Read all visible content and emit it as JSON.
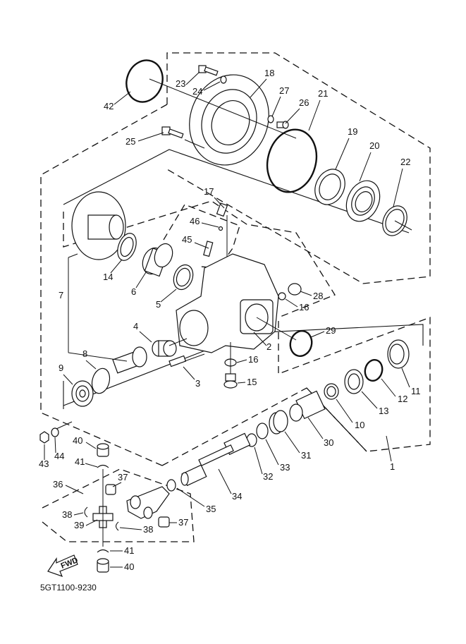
{
  "diagram": {
    "title": "Drive shaft / middle gear exploded view",
    "drawing_code": "5GT1100-9230",
    "direction_label": "FWD",
    "callouts": [
      {
        "id": "c1",
        "label": "1"
      },
      {
        "id": "c2",
        "label": "2"
      },
      {
        "id": "c3",
        "label": "3"
      },
      {
        "id": "c4",
        "label": "4"
      },
      {
        "id": "c5",
        "label": "5"
      },
      {
        "id": "c6",
        "label": "6"
      },
      {
        "id": "c7",
        "label": "7"
      },
      {
        "id": "c8",
        "label": "8"
      },
      {
        "id": "c9",
        "label": "9"
      },
      {
        "id": "c10",
        "label": "10"
      },
      {
        "id": "c11",
        "label": "11"
      },
      {
        "id": "c12",
        "label": "12"
      },
      {
        "id": "c13",
        "label": "13"
      },
      {
        "id": "c14",
        "label": "14"
      },
      {
        "id": "c15",
        "label": "15"
      },
      {
        "id": "c16a",
        "label": "16"
      },
      {
        "id": "c16b",
        "label": "16"
      },
      {
        "id": "c17",
        "label": "17"
      },
      {
        "id": "c18",
        "label": "18"
      },
      {
        "id": "c19",
        "label": "19"
      },
      {
        "id": "c20",
        "label": "20"
      },
      {
        "id": "c21",
        "label": "21"
      },
      {
        "id": "c22",
        "label": "22"
      },
      {
        "id": "c23",
        "label": "23"
      },
      {
        "id": "c24",
        "label": "24"
      },
      {
        "id": "c25",
        "label": "25"
      },
      {
        "id": "c26",
        "label": "26"
      },
      {
        "id": "c27",
        "label": "27"
      },
      {
        "id": "c28",
        "label": "28"
      },
      {
        "id": "c29",
        "label": "29"
      },
      {
        "id": "c30",
        "label": "30"
      },
      {
        "id": "c31",
        "label": "31"
      },
      {
        "id": "c32",
        "label": "32"
      },
      {
        "id": "c33",
        "label": "33"
      },
      {
        "id": "c34",
        "label": "34"
      },
      {
        "id": "c35",
        "label": "35"
      },
      {
        "id": "c36",
        "label": "36"
      },
      {
        "id": "c37a",
        "label": "37"
      },
      {
        "id": "c37b",
        "label": "37"
      },
      {
        "id": "c38a",
        "label": "38"
      },
      {
        "id": "c38b",
        "label": "38"
      },
      {
        "id": "c39",
        "label": "39"
      },
      {
        "id": "c40a",
        "label": "40"
      },
      {
        "id": "c40b",
        "label": "40"
      },
      {
        "id": "c41a",
        "label": "41"
      },
      {
        "id": "c41b",
        "label": "41"
      },
      {
        "id": "c42",
        "label": "42"
      },
      {
        "id": "c43",
        "label": "43"
      },
      {
        "id": "c44",
        "label": "44"
      },
      {
        "id": "c45",
        "label": "45"
      },
      {
        "id": "c46",
        "label": "46"
      }
    ]
  }
}
